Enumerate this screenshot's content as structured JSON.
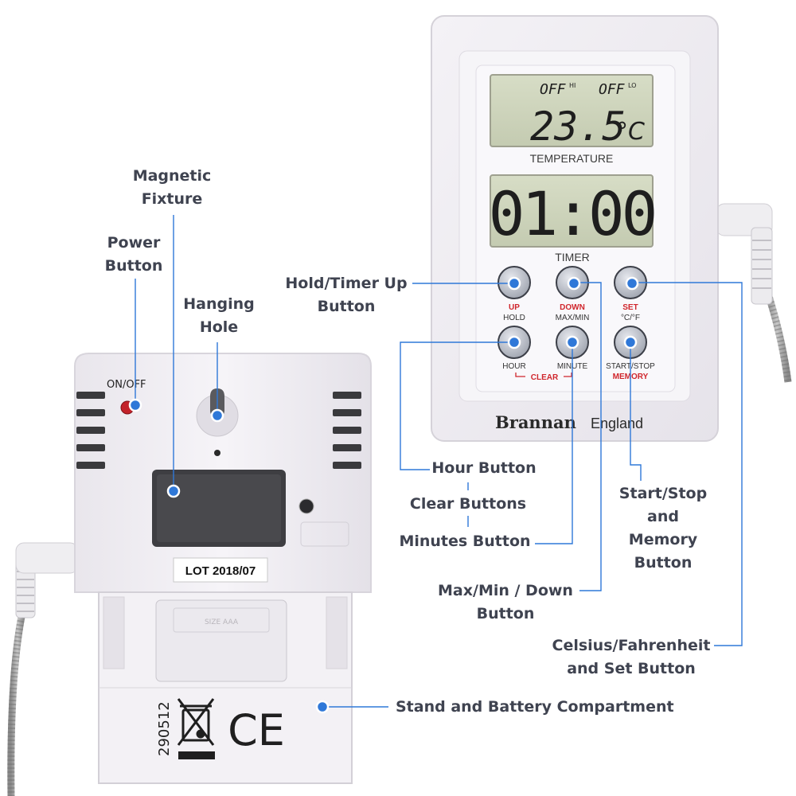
{
  "device_back": {
    "switch_label": "ON/OFF",
    "lot_label": "LOT 2018/07",
    "code_text": "290512",
    "battery_embossed": "SIZE AAA",
    "ce_mark": "CE"
  },
  "device_front": {
    "lcd_top": {
      "hi_label": "OFF",
      "hi_tag": "HI",
      "lo_label": "OFF",
      "lo_tag": "LO",
      "temp_value": "23.5",
      "temp_unit": "°C"
    },
    "temperature_label": "TEMPERATURE",
    "timer_display": "01:00",
    "timer_label": "TIMER",
    "buttons": {
      "up_top": "UP",
      "up_sub": "HOLD",
      "down_top": "DOWN",
      "down_sub": "MAX/MIN",
      "set_top": "SET",
      "set_sub": "°C/°F",
      "hour_label": "HOUR",
      "minute_label": "MINUTE",
      "startstop_label": "START/STOP",
      "memory_label": "MEMORY",
      "clear_label": "CLEAR"
    },
    "brand": "Brannan",
    "country": "England"
  },
  "callouts": {
    "magnetic_fixture": [
      "Magnetic",
      "Fixture"
    ],
    "power_button": [
      "Power",
      "Button"
    ],
    "hanging_hole": [
      "Hanging",
      "Hole"
    ],
    "hold_timer_up": [
      "Hold/Timer Up",
      "Button"
    ],
    "hour_button": "Hour Button",
    "clear_buttons": "Clear Buttons",
    "minutes_button": "Minutes Button",
    "start_stop_memory": [
      "Start/Stop",
      "and",
      "Memory",
      "Button"
    ],
    "max_min_down": [
      "Max/Min / Down",
      "Button"
    ],
    "celsius_fahrenheit_set": [
      "Celsius/Fahrenheit",
      "and Set Button"
    ],
    "stand_battery": "Stand and Battery Compartment"
  },
  "colors": {
    "callout_text": "#3f4350",
    "leader_line": "#2f78d8",
    "marker_dot": "#2f78d8",
    "lcd_bg": "#cfd6bd",
    "accent_red": "#d0262c",
    "body_white": "#f1eff3"
  }
}
